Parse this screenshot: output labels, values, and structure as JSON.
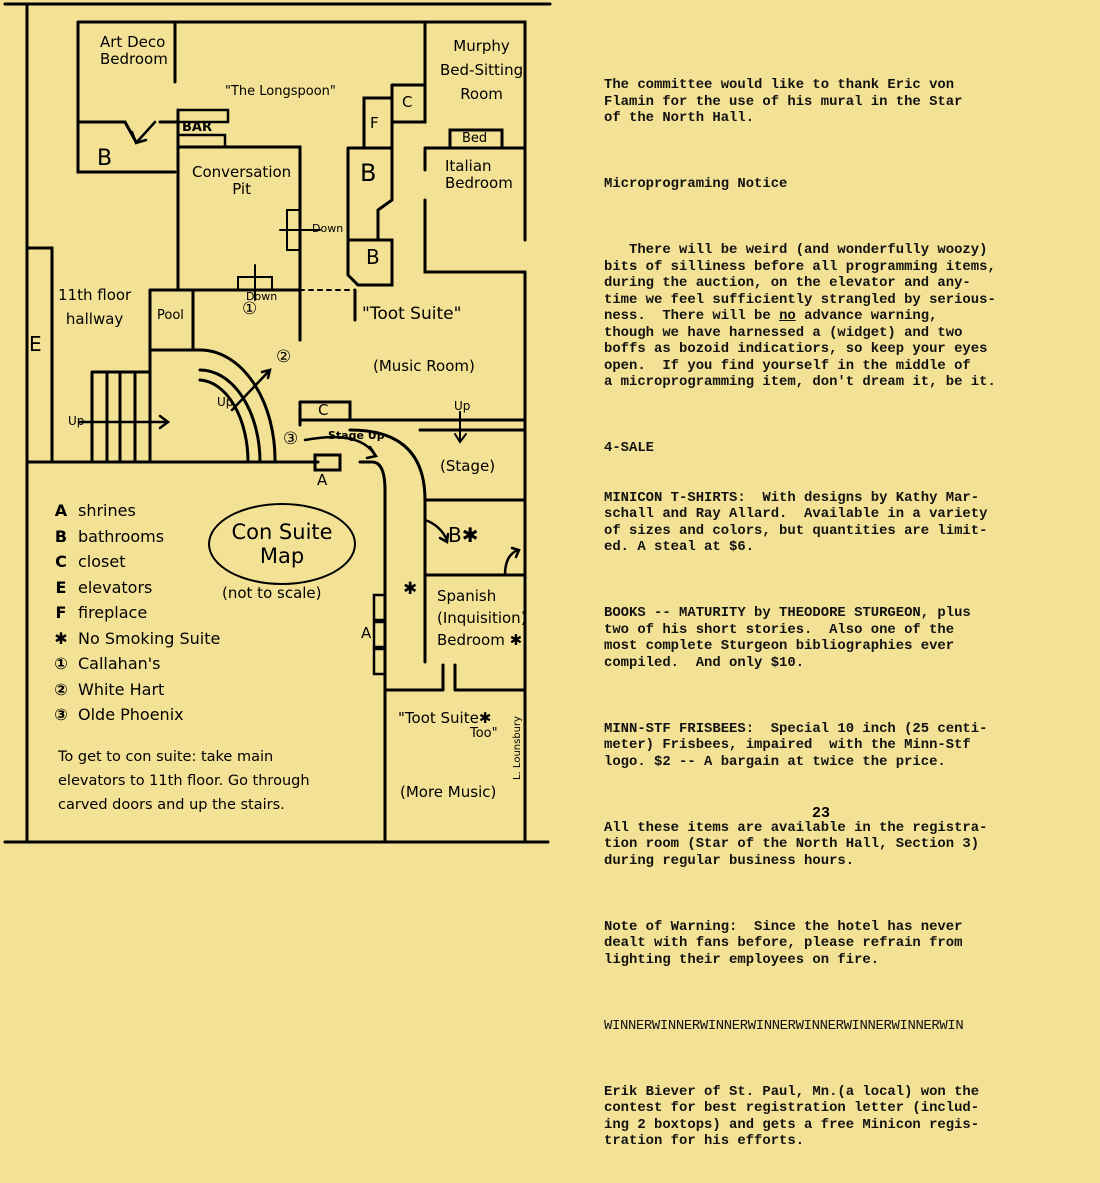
{
  "map": {
    "rooms": {
      "art_deco": [
        "Art Deco",
        "Bedroom"
      ],
      "longspoon": "\"The Longspoon\"",
      "murphy": [
        "Murphy",
        "Bed-Sitting",
        "Room"
      ],
      "bar": "BAR",
      "bed": "Bed",
      "conversation_pit": [
        "Conversation",
        "Pit"
      ],
      "italian": [
        "Italian",
        "Bedroom"
      ],
      "hallway": [
        "11th floor",
        "hallway"
      ],
      "pool": "Pool",
      "toot_suite": "\"Toot Suite\"",
      "music_room": "(Music Room)",
      "stage": "(Stage)",
      "spanish": [
        "Spanish",
        "(Inquisition)",
        "Bedroom ✱"
      ],
      "toot_suite_too": [
        "\"Toot Suite✱",
        "Too\""
      ],
      "more_music": "(More Music)"
    },
    "marks": {
      "b": "B",
      "b_star": "B✱",
      "c": "C",
      "e": "E",
      "f": "F",
      "a": "A",
      "star": "✱",
      "down": "Down",
      "up": "Up",
      "stage_up": "Stage Up",
      "one": "①",
      "two": "②",
      "three": "③"
    },
    "artist_signature": "L. Lounsbury",
    "title": [
      "Con Suite",
      "Map"
    ],
    "subtitle": "(not to scale)",
    "legend": [
      {
        "key": "A",
        "label": "shrines"
      },
      {
        "key": "B",
        "label": "bathrooms"
      },
      {
        "key": "C",
        "label": "closet"
      },
      {
        "key": "E",
        "label": "elevators"
      },
      {
        "key": "F",
        "label": "fireplace"
      },
      {
        "key": "✱",
        "label": "No Smoking Suite"
      },
      {
        "key": "①",
        "label": "Callahan's"
      },
      {
        "key": "②",
        "label": "White Hart"
      },
      {
        "key": "③",
        "label": "Olde Phoenix"
      }
    ],
    "directions": [
      "To get to con suite: take main",
      "elevators to 11th floor. Go through",
      "carved doors and up the stairs."
    ]
  },
  "text_page": {
    "thanks": "The committee would like to thank Eric von\nFlamin for the use of his mural in the Star\nof the North Hall.",
    "micro_heading": "Microprograming Notice",
    "micro_body_before": "   There will be weird (and wonderfully woozy)\nbits of silliness before all programming items,\nduring the auction, on the elevator and any-\ntime we feel sufficiently strangled by serious-\nness.  There will be ",
    "micro_body_underlined": "no",
    "micro_body_after": " advance warning,\nthough we have harnessed a (widget) and two\nboffs as bozoid indicatiors, so keep your eyes\nopen.  If you find yourself in the middle of\na microprogramming item, don't dream it, be it.",
    "sale_heading": "4-SALE",
    "tshirts": "MINICON T-SHIRTS:  With designs by Kathy Mar-\nschall and Ray Allard.  Available in a variety\nof sizes and colors, but quantities are limit-\ned. A steal at $6.",
    "books": "BOOKS -- MATURITY by THEODORE STURGEON, plus\ntwo of his short stories.  Also one of the\nmost complete Sturgeon bibliographies ever\ncompiled.  And only $10.",
    "frisbees": "MINN-STF FRISBEES:  Special 10 inch (25 centi-\nmeter) Frisbees, impaired  with the Minn-Stf\nlogo. $2 -- A bargain at twice the price.",
    "availability": "All these items are available in the registra-\ntion room (Star of the North Hall, Section 3)\nduring regular business hours.",
    "warning": "Note of Warning:  Since the hotel has never\ndealt with fans before, please refrain from\nlighting their employees on fire.",
    "winner_banner": "WINNERWINNERWINNERWINNERWINNERWINNERWINNERWIN",
    "winner_body": "Erik Biever of St. Paul, Mn.(a local) won the\ncontest for best registration letter (includ-\ning 2 boxtops) and gets a free Minicon regis-\ntration for his efforts.",
    "page_number": "23"
  }
}
